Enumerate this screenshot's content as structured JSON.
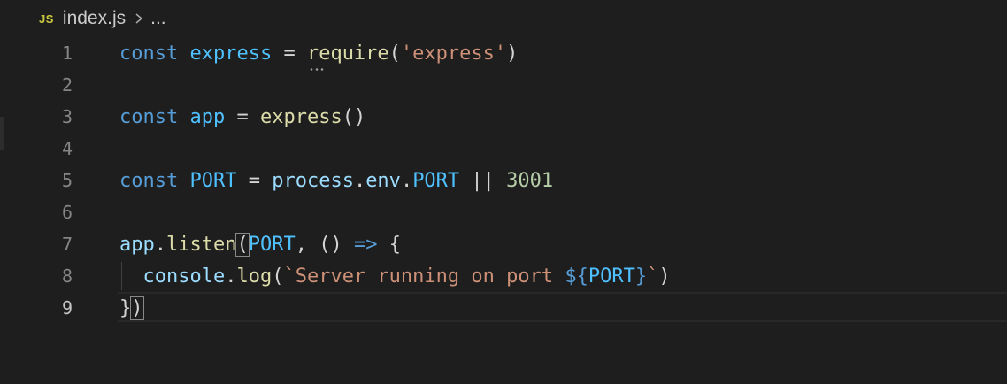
{
  "breadcrumb": {
    "file_badge": "JS",
    "file_name": "index.js",
    "more": "..."
  },
  "editor": {
    "lines": [
      {
        "number": "1"
      },
      {
        "number": "2"
      },
      {
        "number": "3"
      },
      {
        "number": "4"
      },
      {
        "number": "5"
      },
      {
        "number": "6"
      },
      {
        "number": "7"
      },
      {
        "number": "8"
      },
      {
        "number": "9"
      }
    ],
    "tokens": {
      "l1_kw": "const",
      "l1_var": "express",
      "l1_eq": "=",
      "l1_fn": "require",
      "l1_open": "(",
      "l1_str": "'express'",
      "l1_close": ")",
      "l3_kw": "const",
      "l3_var": "app",
      "l3_eq": "=",
      "l3_fn": "express",
      "l3_parens": "()",
      "l5_kw": "const",
      "l5_var": "PORT",
      "l5_eq": "=",
      "l5_obj1": "process",
      "l5_dot1": ".",
      "l5_obj2": "env",
      "l5_dot2": ".",
      "l5_var2": "PORT",
      "l5_or": "||",
      "l5_num": "3001",
      "l7_obj": "app",
      "l7_dot": ".",
      "l7_fn": "listen",
      "l7_open": "(",
      "l7_var": "PORT",
      "l7_comma": ",",
      "l7_parens": "()",
      "l7_arrow": "=>",
      "l7_brace": "{",
      "l8_obj": "console",
      "l8_dot": ".",
      "l8_fn": "log",
      "l8_open": "(",
      "l8_str1": "`Server running on port ",
      "l8_interp_open": "${",
      "l8_var": "PORT",
      "l8_interp_close": "}",
      "l8_str2": "`",
      "l8_close": ")",
      "l9_brace": "}",
      "l9_close": ")"
    }
  },
  "colors": {
    "background": "#1e1e1e",
    "keyword": "#569cd6",
    "variable": "#4fc1ff",
    "function": "#dcdcaa",
    "string": "#ce9178",
    "number": "#b5cea8"
  }
}
